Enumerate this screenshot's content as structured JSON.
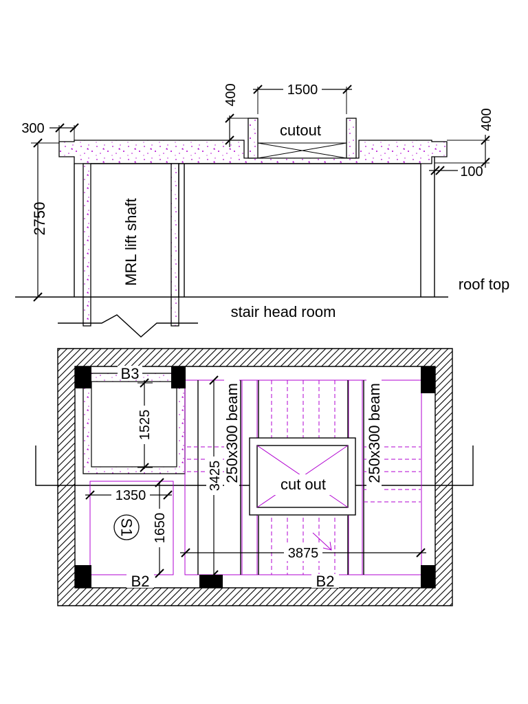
{
  "section": {
    "labels": {
      "cutout": "cutout",
      "lift_shaft": "MRL lift shaft",
      "roof_top": "roof top",
      "stair_head_room": "stair head room"
    },
    "dimensions": {
      "parapet_width": "300",
      "height": "2750",
      "upstand": "400",
      "cutout_width": "1500",
      "slab_depth": "400",
      "wall": "100"
    }
  },
  "plan": {
    "labels": {
      "beam_b3": "B3",
      "beam_b2_left": "B2",
      "beam_b2_right": "B2",
      "beam_left": "250x300 beam",
      "beam_right": "250x300 beam",
      "cut_out": "cut out",
      "slab_tag": "S1"
    },
    "dimensions": {
      "shaft_depth": "1525",
      "slab_width": "1350",
      "slab_depth": "1650",
      "stair_depth": "3425",
      "stair_width": "3875"
    }
  },
  "colors": {
    "line": "#000000",
    "reinforcement": "#b000d0",
    "column_fill": "#000000"
  }
}
